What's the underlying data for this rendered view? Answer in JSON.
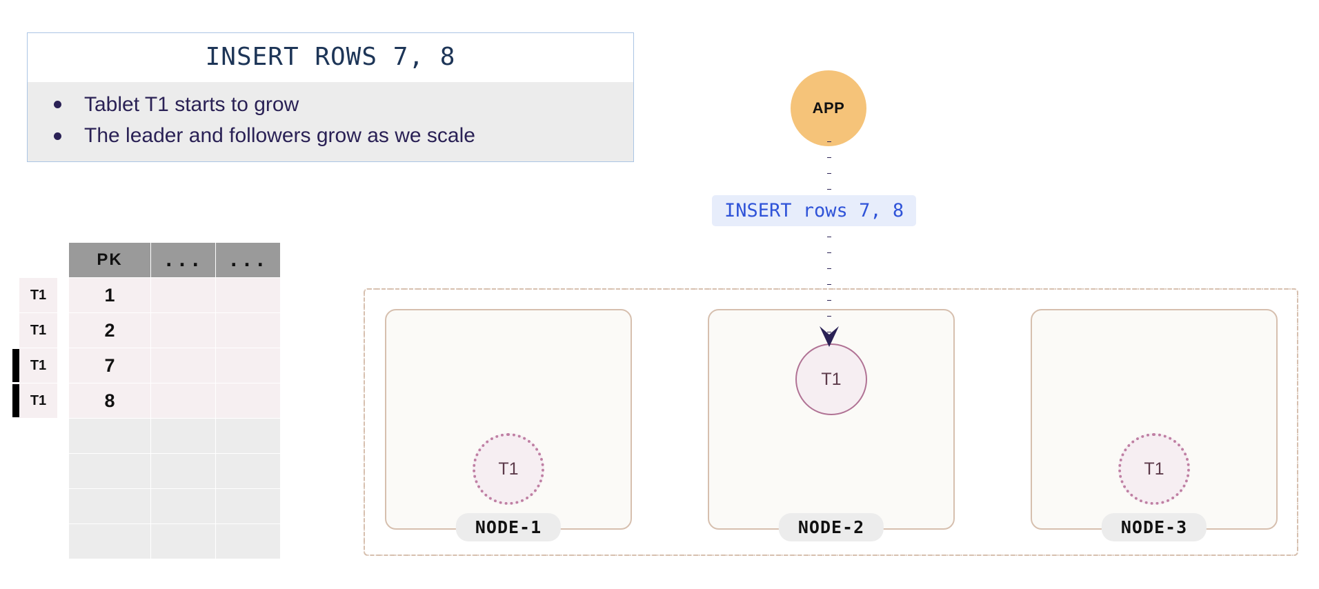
{
  "callout": {
    "title": "INSERT ROWS 7, 8",
    "bullets": [
      "Tablet T1 starts to grow",
      "The leader and followers grow as we scale"
    ]
  },
  "table": {
    "headers": [
      "PK",
      "...",
      "..."
    ],
    "rows": [
      {
        "tag": "T1",
        "pk": "1",
        "c2": "",
        "c3": "",
        "marked": false,
        "filled": true
      },
      {
        "tag": "T1",
        "pk": "2",
        "c2": "",
        "c3": "",
        "marked": false,
        "filled": true
      },
      {
        "tag": "T1",
        "pk": "7",
        "c2": "",
        "c3": "",
        "marked": true,
        "filled": true
      },
      {
        "tag": "T1",
        "pk": "8",
        "c2": "",
        "c3": "",
        "marked": true,
        "filled": true
      },
      {
        "tag": "",
        "pk": "",
        "c2": "",
        "c3": "",
        "marked": false,
        "filled": false
      },
      {
        "tag": "",
        "pk": "",
        "c2": "",
        "c3": "",
        "marked": false,
        "filled": false
      },
      {
        "tag": "",
        "pk": "",
        "c2": "",
        "c3": "",
        "marked": false,
        "filled": false
      },
      {
        "tag": "",
        "pk": "",
        "c2": "",
        "c3": "",
        "marked": false,
        "filled": false
      }
    ]
  },
  "app": {
    "label": "APP"
  },
  "edge": {
    "label": "INSERT rows 7, 8"
  },
  "cluster": {
    "nodes": [
      {
        "label": "NODE-1",
        "tablet": "T1",
        "role": "follower"
      },
      {
        "label": "NODE-2",
        "tablet": "T1",
        "role": "leader"
      },
      {
        "label": "NODE-3",
        "tablet": "T1",
        "role": "follower"
      }
    ]
  },
  "colors": {
    "title_text": "#1d3557",
    "callout_border": "#aac4e4",
    "callout_body_bg": "#ececec",
    "bullet_text": "#2a2155",
    "table_header_bg": "#9a9a9a",
    "table_data_bg": "#f6eff1",
    "table_empty_bg": "#ececec",
    "app_fill": "#f5c379",
    "edge_label_bg": "#e7edfb",
    "edge_label_text": "#2f53d8",
    "arrow": "#2a2155",
    "node_fill": "#fbfaf7",
    "node_border": "#d6bfae",
    "tablet_fill": "#f6eef2",
    "tablet_border": "#b07294"
  }
}
